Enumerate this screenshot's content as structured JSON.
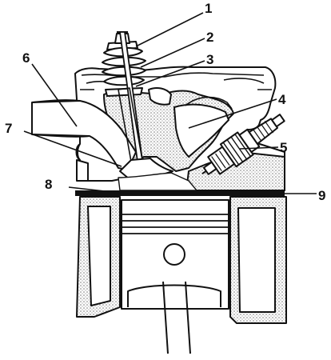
{
  "diagram": {
    "callouts": [
      "1",
      "2",
      "3",
      "4",
      "5",
      "6",
      "7",
      "8",
      "9"
    ]
  },
  "colors": {
    "ink": "#111111",
    "stipple": "#9a9a9a",
    "background": "#ffffff",
    "gasket": "#111111"
  }
}
